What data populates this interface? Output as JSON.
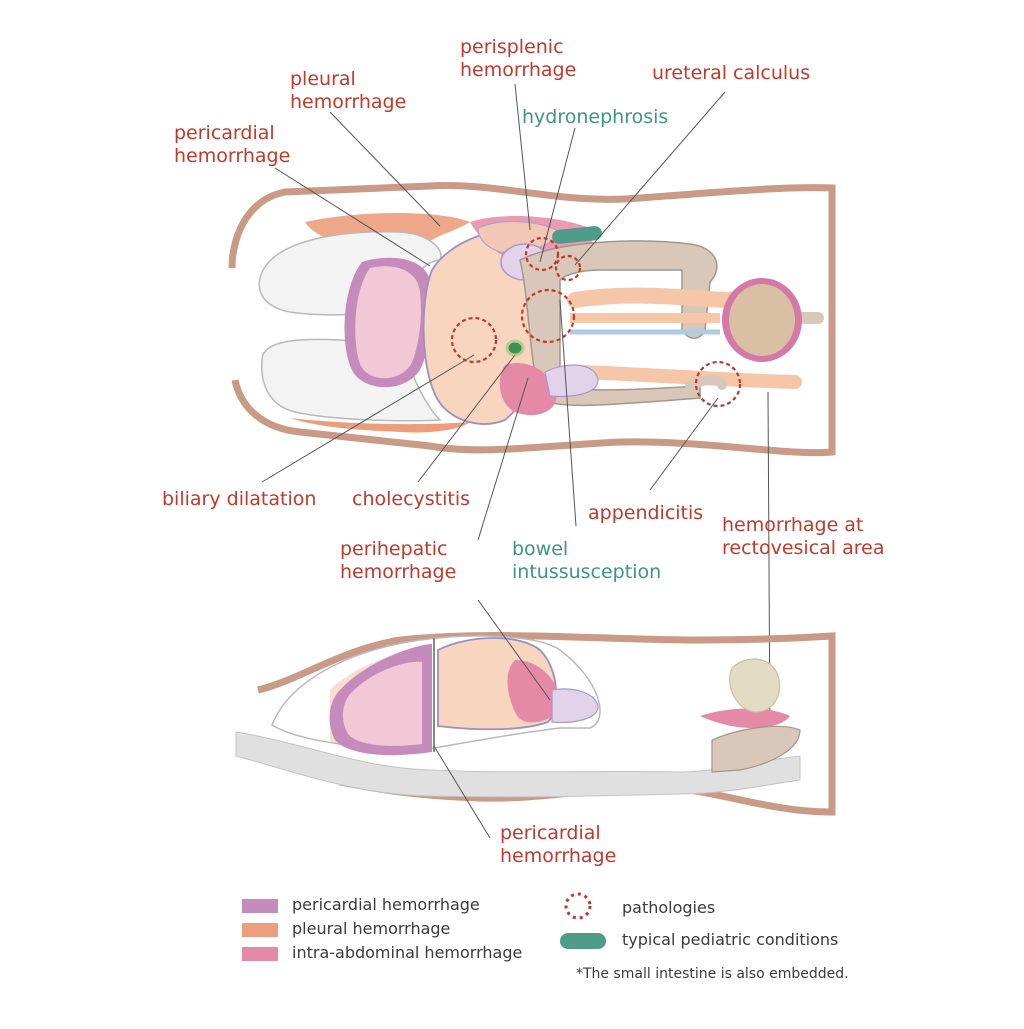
{
  "labels": {
    "perisplenic": "perisplenic\nhemorrhage",
    "ureteral_calculus": "ureteral calculus",
    "pleural": "pleural\nhemorrhage",
    "hydronephrosis": "hydronephrosis",
    "pericardial_top": "pericardial\nhemorrhage",
    "biliary_dilatation": "biliary dilatation",
    "cholecystitis": "cholecystitis",
    "appendicitis": "appendicitis",
    "hemorrhage_rectovesical": "hemorrhage at\nrectovesical area",
    "perihepatic": "perihepatic\nhemorrhage",
    "bowel_intussusception": "bowel\nintussusception",
    "pericardial_bottom": "pericardial\nhemorrhage"
  },
  "legend": {
    "items": [
      {
        "label": "pericardial hemorrhage",
        "color": "#c68bbd"
      },
      {
        "label": "pleural hemorrhage",
        "color": "#ec9e7c"
      },
      {
        "label": "intra-abdominal hemorrhage",
        "color": "#e58aa6"
      }
    ],
    "pathologies": "pathologies",
    "pediatric": "typical pediatric conditions",
    "pathology_color": "#c0392b",
    "pediatric_color": "#4e9b8a"
  },
  "footnote": "*The small intestine is also embedded.",
  "colors": {
    "body_outline": "#c99a85",
    "red_label": "#c0392b",
    "teal_label": "#3d9682"
  }
}
